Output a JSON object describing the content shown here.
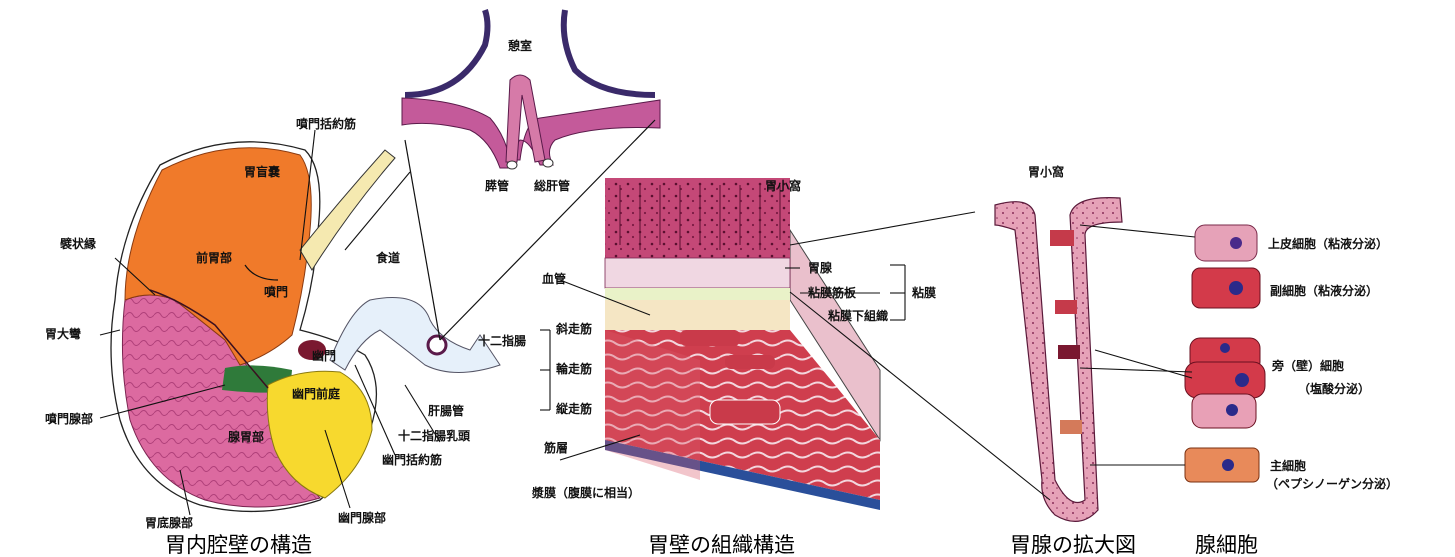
{
  "captions": {
    "stomach": "胃内腔壁の構造",
    "wall": "胃壁の組織構造",
    "gland": "胃腺の拡大図",
    "cells": "腺細胞"
  },
  "stomach_labels": {
    "gastric_fundus_sac": "胃盲嚢",
    "cardiac_sphincter": "噴門括約筋",
    "margo_plicatus": "襞状縁",
    "forestomach": "前胃部",
    "cardia": "噴門",
    "esophagus": "食道",
    "greater_curvature": "胃大彎",
    "pylorus": "幽門",
    "pyloric_antrum": "幽門前庭",
    "cardiac_gland_region": "噴門腺部",
    "glandular_stomach": "腺胃部",
    "fundic_gland_region": "胃底腺部",
    "pyloric_gland_region": "幽門腺部",
    "pyloric_sphincter": "幽門括約筋",
    "duodenal_papilla": "十二指腸乳頭",
    "hepatoenteric_duct": "肝腸管",
    "duodenum": "十二指腸"
  },
  "inset_labels": {
    "diverticulum": "憩室",
    "pancreatic_duct": "膵管",
    "common_bile_duct": "総肝管"
  },
  "wall_labels": {
    "gastric_pit": "胃小窩",
    "gastric_gland": "胃腺",
    "muscularis_mucosae": "粘膜筋板",
    "submucosa": "粘膜下組織",
    "mucosa": "粘膜",
    "blood_vessel": "血管",
    "oblique_muscle": "斜走筋",
    "circular_muscle": "輪走筋",
    "longitudinal_muscle": "縦走筋",
    "muscle_layer": "筋層",
    "serosa": "漿膜（腹膜に相当）"
  },
  "gland_labels": {
    "gastric_pit": "胃小窩"
  },
  "cell_labels": {
    "surface_epithelial": "上皮細胞（粘液分泌）",
    "mucous_neck": "副細胞（粘液分泌）",
    "parietal": "旁（壁）細胞",
    "parietal_note": "（塩酸分泌）",
    "chief": "主細胞",
    "chief_note": "（ペプシノーゲン分泌）"
  },
  "colors": {
    "fundus_orange": "#f07a2a",
    "glandular_pink": "#d85a8e",
    "pyloric_yellow": "#f7d92e",
    "cardiac_green": "#2f7a3a",
    "mucosa_magenta": "#b8365e",
    "muscle_red": "#c93a4a",
    "submucosa_cream": "#f5e6c4",
    "serosa_blue": "#2a4f9a",
    "duodenum_lightblue": "#e6f0fa"
  }
}
